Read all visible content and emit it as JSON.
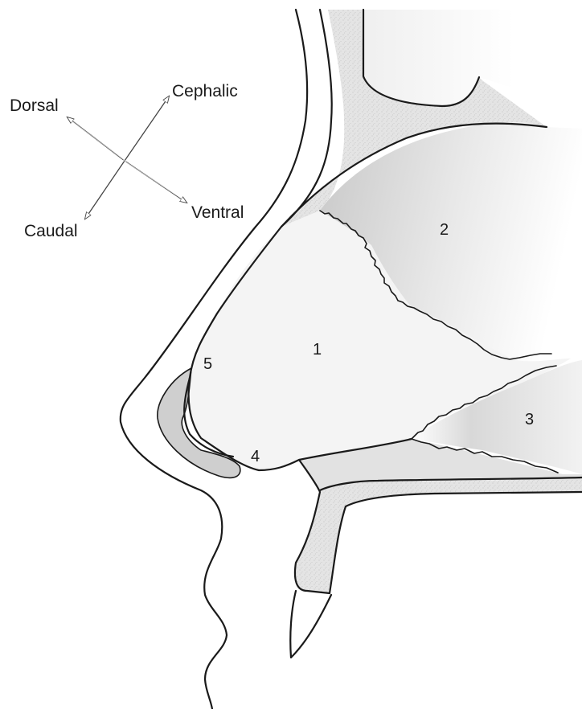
{
  "orientation": {
    "dorsal": "Dorsal",
    "cephalic": "Cephalic",
    "caudal": "Caudal",
    "ventral": "Ventral"
  },
  "regions": [
    {
      "id": "1"
    },
    {
      "id": "2"
    },
    {
      "id": "3"
    },
    {
      "id": "4"
    },
    {
      "id": "5"
    }
  ],
  "colors": {
    "outline": "#1a1a1a",
    "bone_fill": "#e6e6e6",
    "cartilage_fill": "#f4f4f4",
    "alar_fill": "#cfcfcf"
  }
}
